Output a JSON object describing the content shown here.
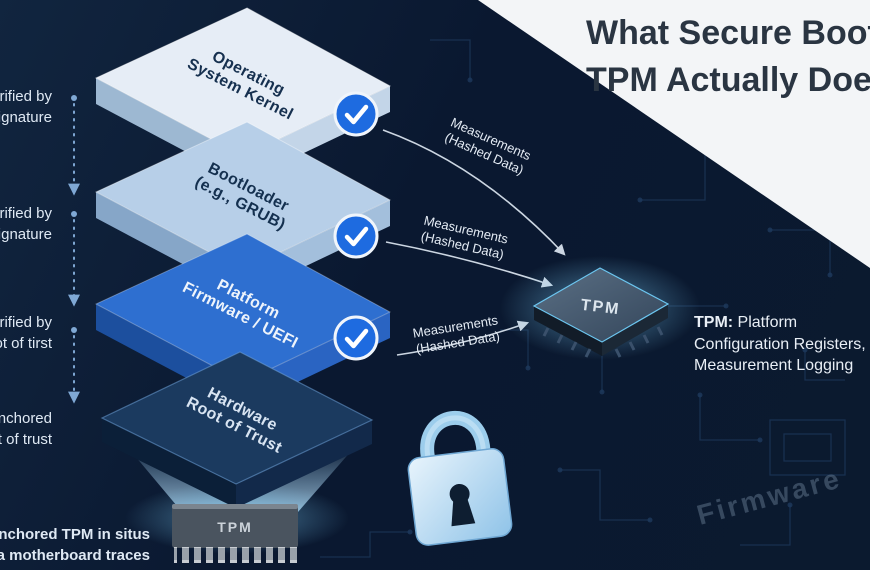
{
  "title": {
    "line1": "What Secure Boot &",
    "line2": "TPM Actually Does"
  },
  "stack": {
    "layers": [
      {
        "line1": "Operating",
        "line2": "System Kernel"
      },
      {
        "line1": "Bootloader",
        "line2": "(e.g., GRUB)"
      },
      {
        "line1": "Platform",
        "line2": "Firmware / UEFI"
      },
      {
        "line1": "Hardware",
        "line2": "Root of Trust"
      }
    ]
  },
  "side_labels": [
    {
      "line1": "Verified by",
      "line2": "signature"
    },
    {
      "line1": "Verified by",
      "line2": "signature"
    },
    {
      "line1": "Verified by",
      "line2": "root of tirst"
    },
    {
      "line1": "Anchored",
      "line2": "root of trust"
    },
    {
      "line1": "Anchored TPM in situs",
      "line2": "via motherboard traces"
    }
  ],
  "measurement_label": {
    "line1": "Measurements",
    "line2": "(Hashed Data)"
  },
  "tpm_chip": {
    "label": "TPM"
  },
  "tpm_note": {
    "prefix": "TPM:",
    "line1_rest": " Platform",
    "line2": "Configuration Registers,",
    "line3": "Measurement Logging"
  },
  "bottom_chip": {
    "label": "TPM"
  },
  "background_word": "Firmware",
  "icons": {
    "checkmark": "check-in-circle",
    "padlock": "padlock",
    "chip": "isometric-tpm-chip"
  },
  "colors": {
    "background": "#0a1830",
    "panel_white": "#f3f5f7",
    "accent_blue": "#1e6be0",
    "arrow": "#ccd6e2",
    "glow": "#8fd0f5",
    "layer1_top": "#e6edf6",
    "layer1_left": "#9db8d2",
    "layer1_right": "#c3d5e8",
    "layer2_top": "#b7cfe8",
    "layer2_left": "#86a6c8",
    "layer2_right": "#a3bfdc",
    "layer3_top": "#2e6fd0",
    "layer3_left": "#1c4f9e",
    "layer3_right": "#2a64c2",
    "layer4_top": "#1b3a5f",
    "layer4_left": "#0b1f38",
    "layer4_right": "#12294a",
    "chip_top_light": "#5b7085",
    "chip_top_dark": "#33455a"
  }
}
